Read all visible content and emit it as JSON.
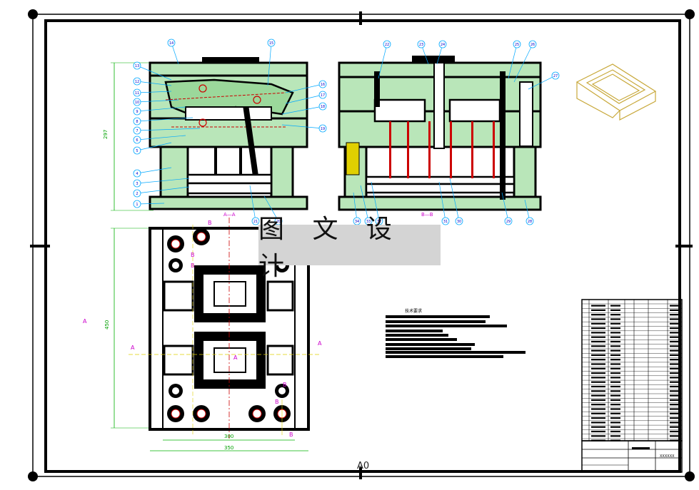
{
  "watermark": {
    "text": "图 文 设 计"
  },
  "sheet_size": "A0",
  "colors": {
    "section_fill": "#b9e6b9",
    "outline": "#000000",
    "dim_line": "#00b000",
    "balloon": "#00a8ff",
    "label": "#0000cc",
    "marker": "#cc00cc",
    "red": "#cc0000",
    "yellow": "#e0d000"
  },
  "views": {
    "section_aa_label": "A—A",
    "section_bb_label": "B—B",
    "height_dim": "297",
    "plan_height_dim": "450",
    "plan_width_inner": "300",
    "plan_width_outer": "350",
    "section_marks": [
      "A",
      "A",
      "A",
      "A",
      "B",
      "B",
      "B",
      "B",
      "B",
      "B"
    ]
  },
  "balloons_left": [
    "14",
    "13",
    "12",
    "11",
    "10",
    "9",
    "8",
    "7",
    "6",
    "5",
    "4",
    "3",
    "2",
    "1",
    "15",
    "16",
    "17",
    "18",
    "19",
    "21",
    "20"
  ],
  "balloons_right": [
    "22",
    "23",
    "24",
    "25",
    "26",
    "27",
    "34",
    "33",
    "32",
    "31",
    "30",
    "29",
    "28"
  ],
  "notes": {
    "title": "技术要求"
  },
  "title_block": {
    "drawing_no": "XXXXXX"
  }
}
